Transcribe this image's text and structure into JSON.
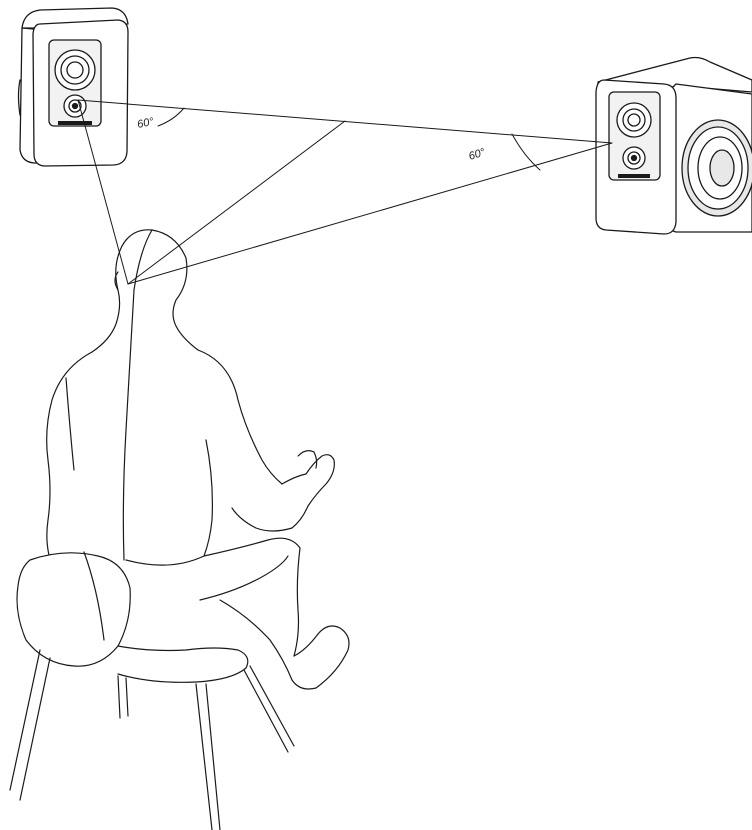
{
  "diagram": {
    "angle_left": "60°",
    "angle_right": "60°"
  },
  "colors": {
    "line": "#1a1a1a",
    "background": "#ffffff",
    "speaker_face": "#f2f2f2",
    "woofer_fill": "#e8e8e8"
  },
  "icons": [
    "speaker-left-icon",
    "speaker-right-icon",
    "listener-figure",
    "chair-icon"
  ]
}
